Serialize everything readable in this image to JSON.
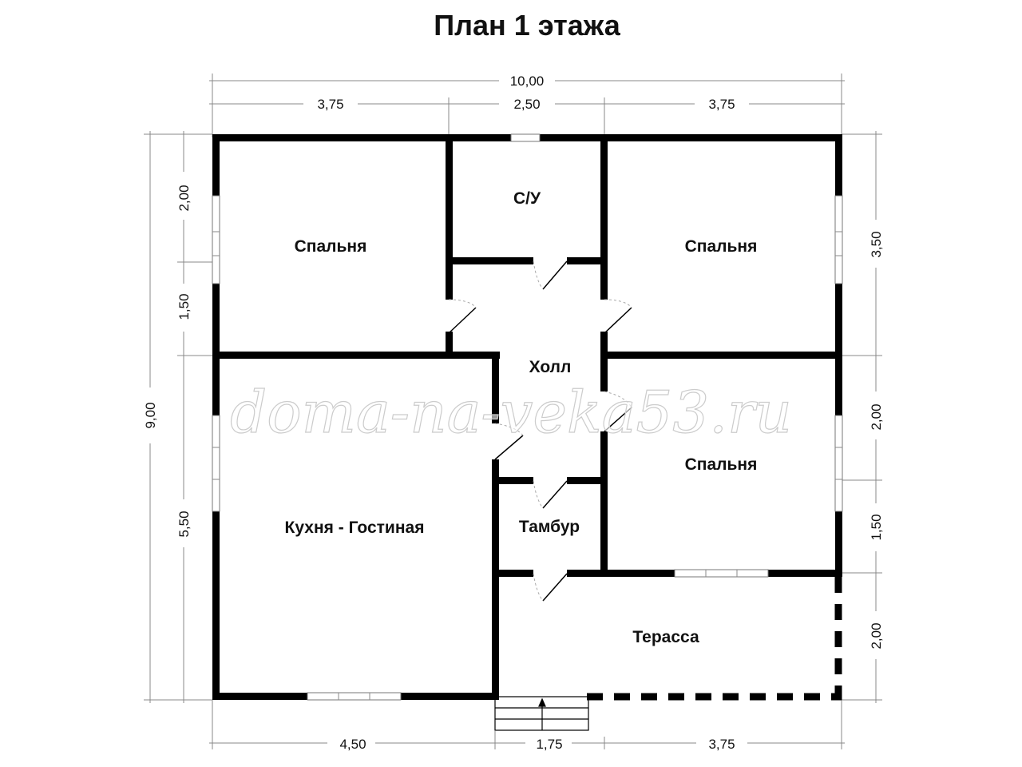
{
  "title": "План 1 этажа",
  "rooms": {
    "bed1": "Спальня",
    "wc": "С/У",
    "bed2": "Спальня",
    "hall": "Холл",
    "bed3": "Спальня",
    "kitchen": "Кухня - Гостиная",
    "vestibule": "Тамбур",
    "terrace": "Терасса"
  },
  "dims": {
    "top_total": "10,00",
    "top": [
      "3,75",
      "2,50",
      "3,75"
    ],
    "left_total": "9,00",
    "left": [
      "2,00",
      "1,50",
      "5,50"
    ],
    "right": [
      "3,50",
      "2,00",
      "1,50",
      "2,00"
    ],
    "bottom": [
      "4,50",
      "1,75",
      "3,75"
    ]
  },
  "watermark": "doma-na-veka53.ru"
}
